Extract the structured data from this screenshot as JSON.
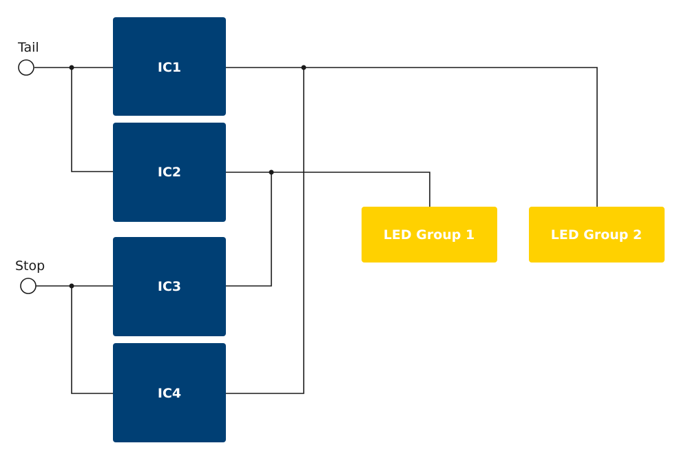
{
  "inputs": {
    "tail": "Tail",
    "stop": "Stop"
  },
  "ics": {
    "ic1": "IC1",
    "ic2": "IC2",
    "ic3": "IC3",
    "ic4": "IC4"
  },
  "leds": {
    "group1": "LED Group 1",
    "group2": "LED Group 2"
  },
  "colors": {
    "ic_fill": "#003f74",
    "led_fill": "#ffd100",
    "wire": "#1a1a1a"
  }
}
